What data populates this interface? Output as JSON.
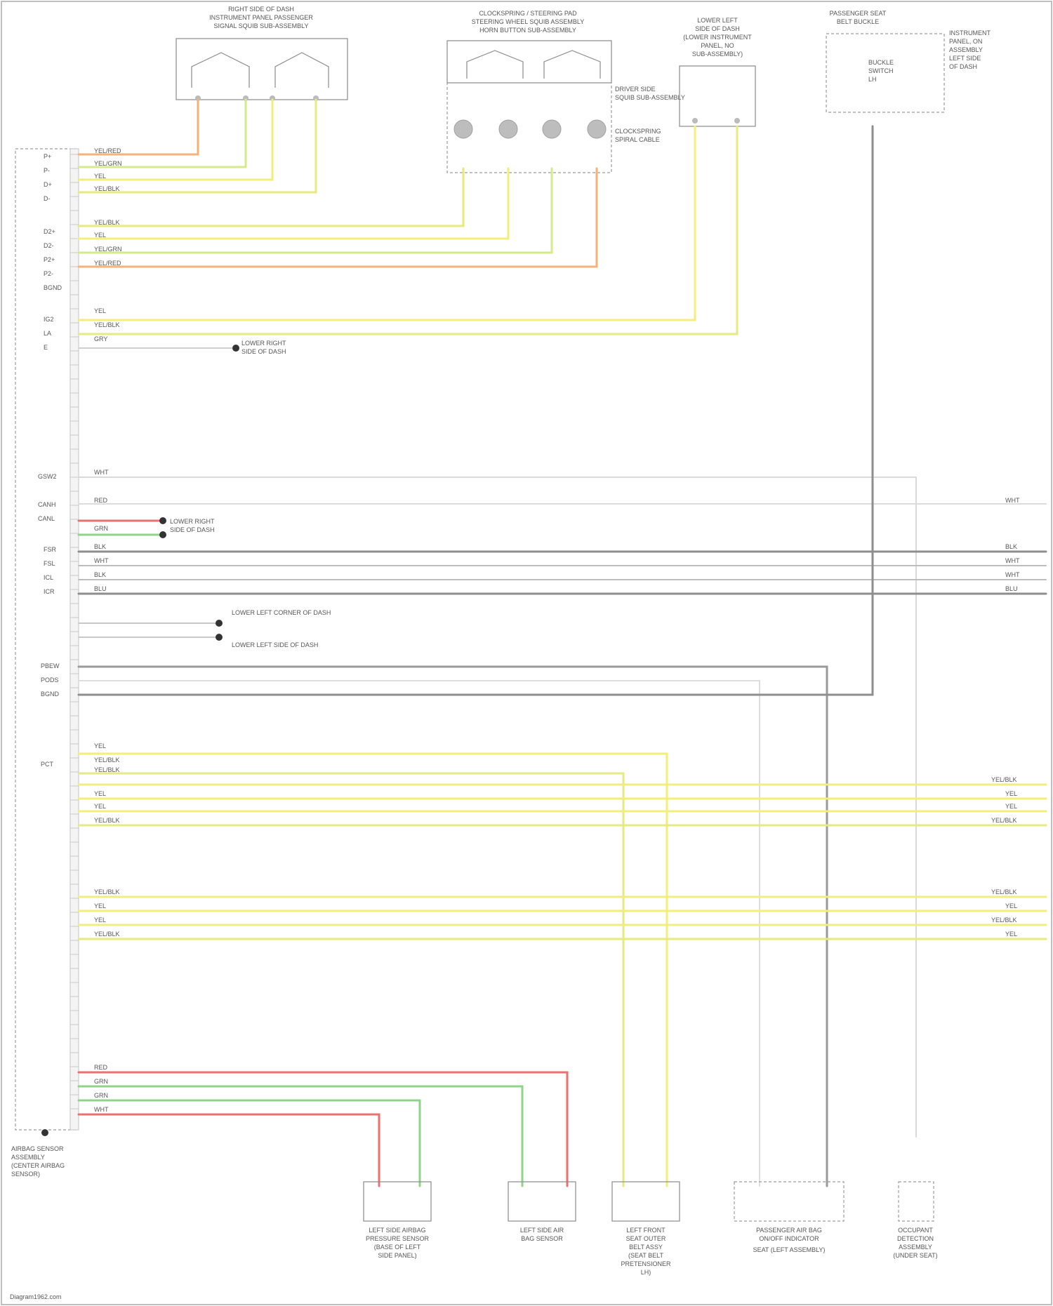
{
  "components": {
    "top_left_module": [
      "RIGHT SIDE OF DASH",
      "INSTRUMENT PANEL PASSENGER",
      "SIGNAL SQUIB SUB-ASSEMBLY"
    ],
    "top_mid_module": [
      "CLOCKSPRING / STEERING PAD",
      "STEERING WHEEL SQUIB ASSEMBLY",
      "HORN BUTTON SUB-ASSEMBLY"
    ],
    "top_mid_side": [
      "DRIVER SIDE",
      "SQUIB SUB-ASSEMBLY"
    ],
    "top_mid_side2": [
      "CLOCKSPRING",
      "SPIRAL CABLE"
    ],
    "top_right_module": [
      "LOWER LEFT",
      "SIDE OF DASH",
      "(LOWER INSTRUMENT",
      "PANEL, NO",
      "SUB-ASSEMBLY)"
    ],
    "far_right_module": [
      "PASSENGER SEAT",
      "BELT BUCKLE"
    ],
    "far_right_side": [
      "INSTRUMENT",
      "PANEL, ON",
      "ASSEMBLY",
      "LEFT SIDE",
      "OF DASH"
    ],
    "far_right_inner": [
      "BUCKLE",
      "SWITCH",
      "LH"
    ],
    "left_module": [
      "AIRBAG SENSOR",
      "ASSEMBLY",
      "(CENTER AIRBAG",
      "SENSOR)"
    ],
    "bottom": [
      [
        "LEFT SIDE AIRBAG",
        "PRESSURE SENSOR",
        "(BASE OF LEFT",
        "SIDE PANEL)"
      ],
      [
        "LEFT SIDE AIR",
        "BAG SENSOR"
      ],
      [
        "LEFT FRONT",
        "SEAT OUTER",
        "BELT ASSY",
        "(SEAT BELT",
        "PRETENSIONER",
        "LH)"
      ],
      [
        "PASSENGER AIR BAG",
        "ON/OFF INDICATOR"
      ],
      [
        "OCCUPANT",
        "DETECTION",
        "ASSEMBLY",
        "(UNDER SEAT)"
      ]
    ],
    "bottom_sub": [
      "",
      "",
      "",
      "SEAT (LEFT ASSEMBLY)",
      ""
    ]
  },
  "pin_labels": {
    "group_a": [
      "P+",
      "P-",
      "D+",
      "D-"
    ],
    "group_b": [
      "D2+",
      "D2-",
      "P2+",
      "P2-",
      "BGND"
    ],
    "group_c": [
      "IG2",
      "LA",
      "E"
    ],
    "group_d": [
      "GSW2",
      "CANH",
      "CANL",
      "FSR",
      "FSL",
      "ICL",
      "ICR"
    ],
    "group_e": [
      "PBEW",
      "PODS",
      "BGND",
      "PCT"
    ]
  },
  "wire_colors_top": [
    "YEL/RED",
    "YEL/GRN",
    "YEL",
    "YEL/BLK",
    "YEL/BLK",
    "YEL",
    "YEL/GRN",
    "YEL/RED"
  ],
  "wire_colors_mid": [
    "YEL",
    "YEL/BLK",
    "GRY"
  ],
  "wire_colors_bus": [
    "WHT",
    "RED",
    "GRN",
    "BLK",
    "WHT",
    "BLK",
    "BLU"
  ],
  "wire_colors_low": [
    "YEL",
    "YEL/BLK",
    "YEL/BLK",
    "YEL",
    "YEL",
    "YEL/BLK"
  ],
  "wire_colors_low2": [
    "YEL/BLK",
    "YEL",
    "YEL",
    "YEL/BLK"
  ],
  "wire_colors_bottom": [
    "RED",
    "GRN",
    "GRN",
    "WHT"
  ],
  "ground_note": [
    "LOWER RIGHT",
    "SIDE OF DASH"
  ],
  "splice_note": [
    "LOWER LEFT CORNER OF DASH"
  ],
  "splice_note2": [
    "LOWER LEFT SIDE OF DASH"
  ],
  "footer": "Diagram1962.com",
  "chart_colors": {
    "yellow": "#f2ee7a",
    "yellow_green": "#d6ea8a",
    "orange": "#f5b27a",
    "red": "#ee6f6f",
    "green": "#8fd48a",
    "gray": "#8e8e8e",
    "light_gray": "#cfcfcf"
  }
}
